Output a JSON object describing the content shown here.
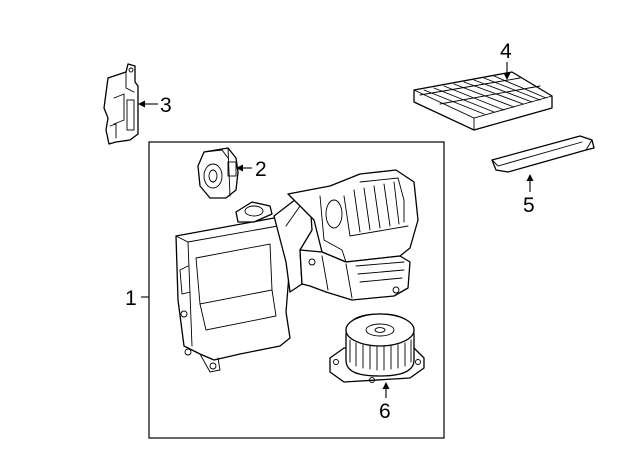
{
  "callouts": [
    {
      "id": "1",
      "text": "1"
    },
    {
      "id": "2",
      "text": "2"
    },
    {
      "id": "3",
      "text": "3"
    },
    {
      "id": "4",
      "text": "4"
    },
    {
      "id": "5",
      "text": "5"
    },
    {
      "id": "6",
      "text": "6"
    }
  ],
  "parts": [
    {
      "callout": "1",
      "icon": "hvac-heater-box-assembly-icon"
    },
    {
      "callout": "2",
      "icon": "servo-actuator-motor-icon"
    },
    {
      "callout": "3",
      "icon": "mounting-bracket-icon"
    },
    {
      "callout": "4",
      "icon": "cabin-air-filter-icon"
    },
    {
      "callout": "5",
      "icon": "filter-access-cover-icon"
    },
    {
      "callout": "6",
      "icon": "blower-motor-icon"
    }
  ]
}
